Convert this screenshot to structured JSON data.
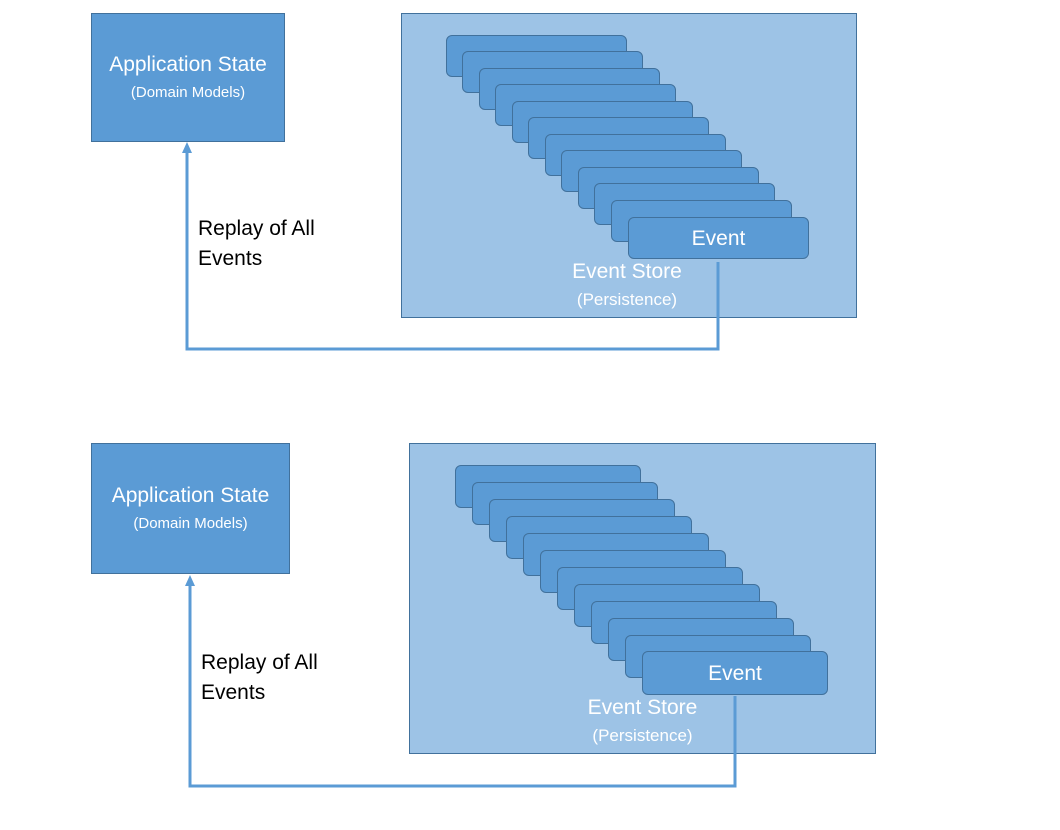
{
  "diagrams": [
    {
      "app_state": {
        "title": "Application State",
        "subtitle": "(Domain Models)"
      },
      "event_store": {
        "title": "Event Store",
        "subtitle": "(Persistence)",
        "event_label": "Event"
      },
      "replay": {
        "line1": "Replay of All",
        "line2": "Events"
      },
      "colors": {
        "box_fill": "#5b9bd5",
        "store_fill": "#9dc3e6",
        "arrow": "#5b9bd5"
      }
    },
    {
      "app_state": {
        "title": "Application State",
        "subtitle": "(Domain Models)"
      },
      "event_store": {
        "title": "Event Store",
        "subtitle": "(Persistence)",
        "event_label": "Event"
      },
      "replay": {
        "line1": "Replay of All",
        "line2": "Events"
      },
      "colors": {
        "box_fill": "#5b9bd5",
        "store_fill": "#9dc3e6",
        "arrow": "#5b9bd5"
      }
    }
  ]
}
